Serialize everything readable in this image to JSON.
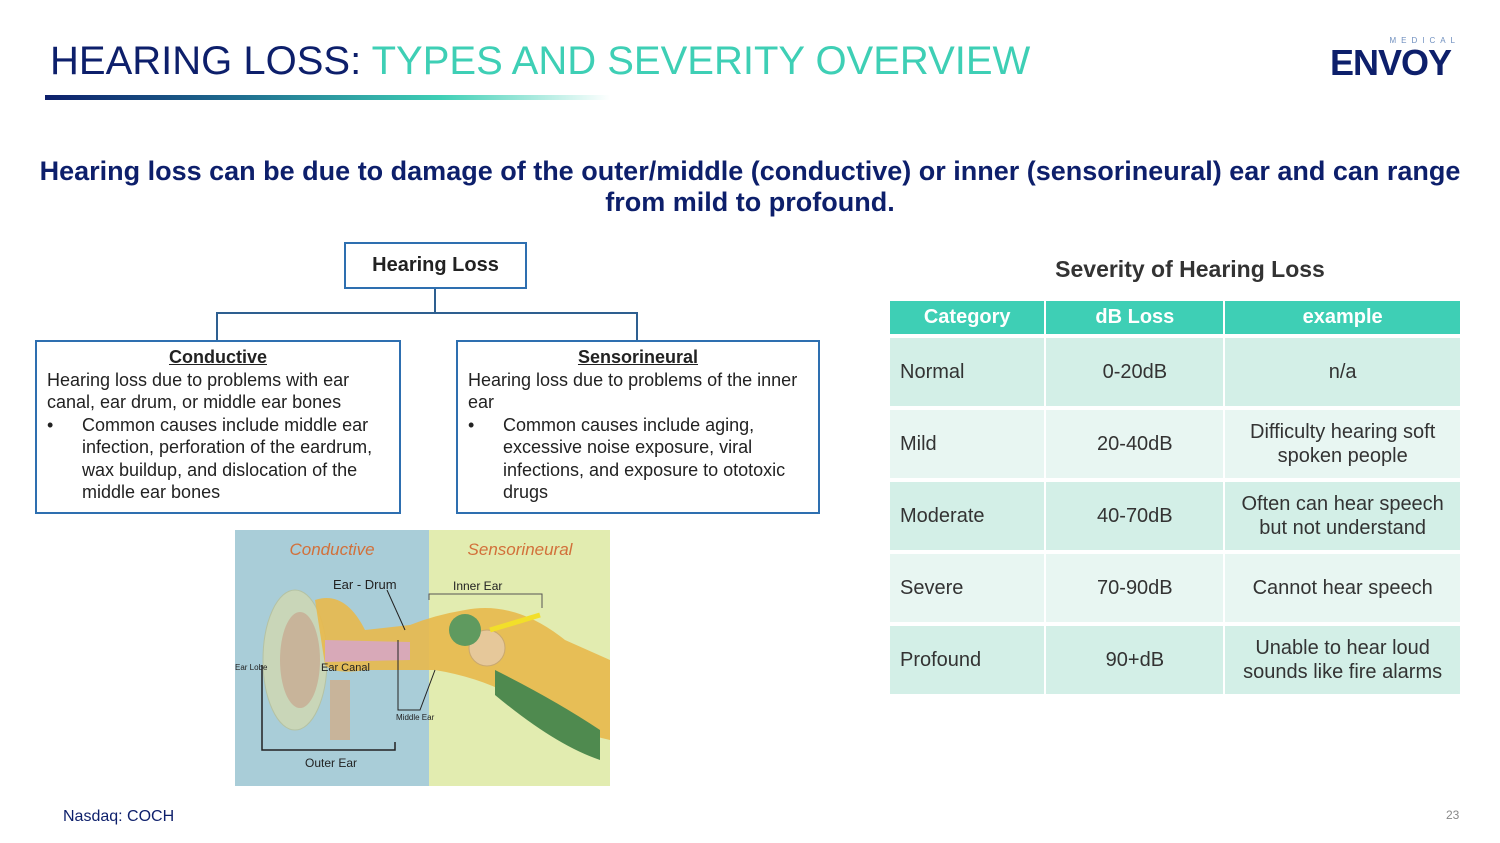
{
  "title": {
    "part1": "HEARING LOSS: ",
    "part2": "TYPES AND SEVERITY OVERVIEW"
  },
  "logo": {
    "small": "MEDICAL",
    "name": "ENVOY"
  },
  "subtitle": "Hearing loss can be due to damage of the outer/middle (conductive) or inner (sensorineural) ear and can range from mild to profound.",
  "tree": {
    "root": "Hearing Loss",
    "conductive": {
      "heading": "Conductive",
      "desc": "Hearing loss due to problems with ear canal, ear drum, or middle ear bones",
      "bullet": "Common causes include middle ear infection, perforation of the eardrum, wax buildup, and dislocation of the middle ear bones"
    },
    "sensorineural": {
      "heading": "Sensorineural",
      "desc": "Hearing loss due to problems of the inner ear",
      "bullet": "Common causes include aging, excessive noise exposure, viral infections, and exposure to ototoxic drugs"
    }
  },
  "diagram": {
    "left": "Conductive",
    "right": "Sensorineural",
    "ear_drum": "Ear - Drum",
    "inner_ear": "Inner Ear",
    "ear_lobe": "Ear Lobe",
    "ear_canal": "Ear Canal",
    "middle_ear": "Middle Ear",
    "outer_ear": "Outer Ear"
  },
  "table": {
    "title": "Severity of Hearing Loss",
    "headers": [
      "Category",
      "dB Loss",
      "example"
    ],
    "rows": [
      [
        "Normal",
        "0-20dB",
        "n/a"
      ],
      [
        "Mild",
        "20-40dB",
        "Difficulty hearing soft spoken people"
      ],
      [
        "Moderate",
        "40-70dB",
        "Often can hear speech but not understand"
      ],
      [
        "Severe",
        "70-90dB",
        "Cannot hear speech"
      ],
      [
        "Profound",
        "90+dB",
        "Unable to hear loud sounds like fire alarms"
      ]
    ]
  },
  "footer": "Nasdaq: COCH",
  "page_number": "23"
}
